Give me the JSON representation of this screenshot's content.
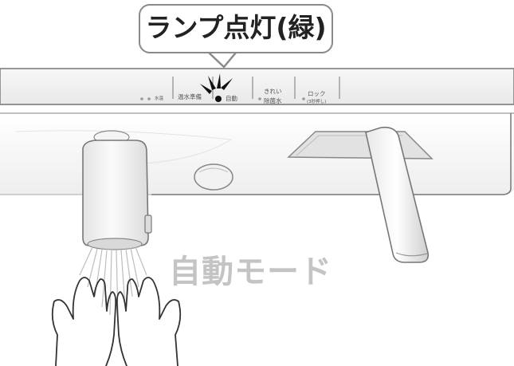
{
  "callout": {
    "text": "ランプ点灯(緑)"
  },
  "panel": {
    "water_temp": "水温",
    "hot_water_prep": "温水準備",
    "auto": "自動",
    "clean_water_line1": "きれい",
    "clean_water_line2": "除菌水",
    "lock": "ロック",
    "lock_hint": "(3秒押し)"
  },
  "mode_label": "自動モード",
  "colors": {
    "lamp": "#111111",
    "callout_border": "#8a8a8a",
    "panel_bg": "#f3f3f3",
    "mode_text": "#c4c4c4"
  }
}
